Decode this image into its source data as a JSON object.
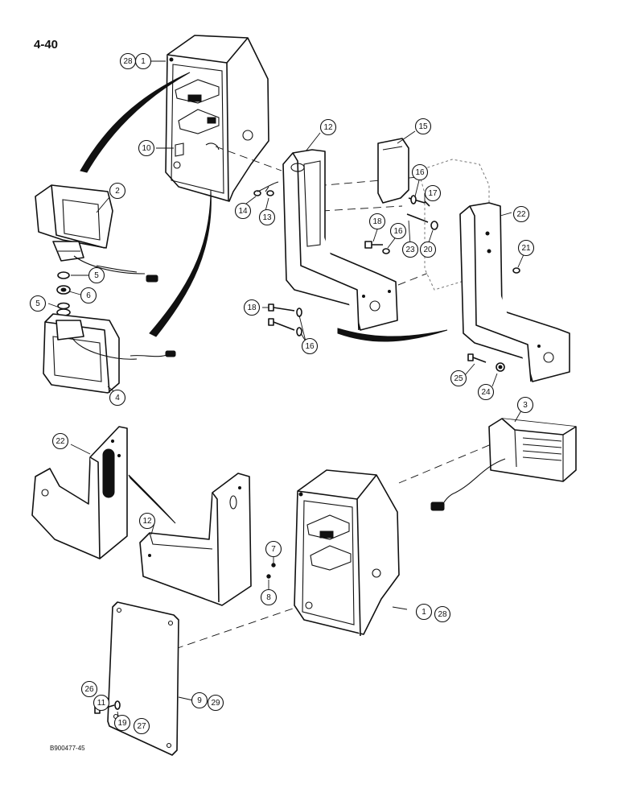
{
  "page": {
    "page_number": "4-40",
    "figure_code": "B900477-45"
  },
  "callouts": [
    {
      "id": "c28a",
      "label": "28"
    },
    {
      "id": "c1a",
      "label": "1"
    },
    {
      "id": "c10",
      "label": "10"
    },
    {
      "id": "c2",
      "label": "2"
    },
    {
      "id": "c14",
      "label": "14"
    },
    {
      "id": "c13",
      "label": "13"
    },
    {
      "id": "c12a",
      "label": "12"
    },
    {
      "id": "c15",
      "label": "15"
    },
    {
      "id": "c16a",
      "label": "16"
    },
    {
      "id": "c17",
      "label": "17"
    },
    {
      "id": "c22a",
      "label": "22"
    },
    {
      "id": "c18a",
      "label": "18"
    },
    {
      "id": "c16b",
      "label": "16"
    },
    {
      "id": "c23",
      "label": "23"
    },
    {
      "id": "c20",
      "label": "20"
    },
    {
      "id": "c21",
      "label": "21"
    },
    {
      "id": "c5a",
      "label": "5"
    },
    {
      "id": "c6",
      "label": "6"
    },
    {
      "id": "c5b",
      "label": "5"
    },
    {
      "id": "c18b",
      "label": "18"
    },
    {
      "id": "c16c",
      "label": "16"
    },
    {
      "id": "c4",
      "label": "4"
    },
    {
      "id": "c25",
      "label": "25"
    },
    {
      "id": "c24",
      "label": "24"
    },
    {
      "id": "c3",
      "label": "3"
    },
    {
      "id": "c22b",
      "label": "22"
    },
    {
      "id": "c12b",
      "label": "12"
    },
    {
      "id": "c7",
      "label": "7"
    },
    {
      "id": "c8",
      "label": "8"
    },
    {
      "id": "c1b",
      "label": "1"
    },
    {
      "id": "c28b",
      "label": "28"
    },
    {
      "id": "c26",
      "label": "26"
    },
    {
      "id": "c11",
      "label": "11"
    },
    {
      "id": "c9",
      "label": "9"
    },
    {
      "id": "c29",
      "label": "29"
    },
    {
      "id": "c19",
      "label": "19"
    },
    {
      "id": "c27",
      "label": "27"
    }
  ]
}
